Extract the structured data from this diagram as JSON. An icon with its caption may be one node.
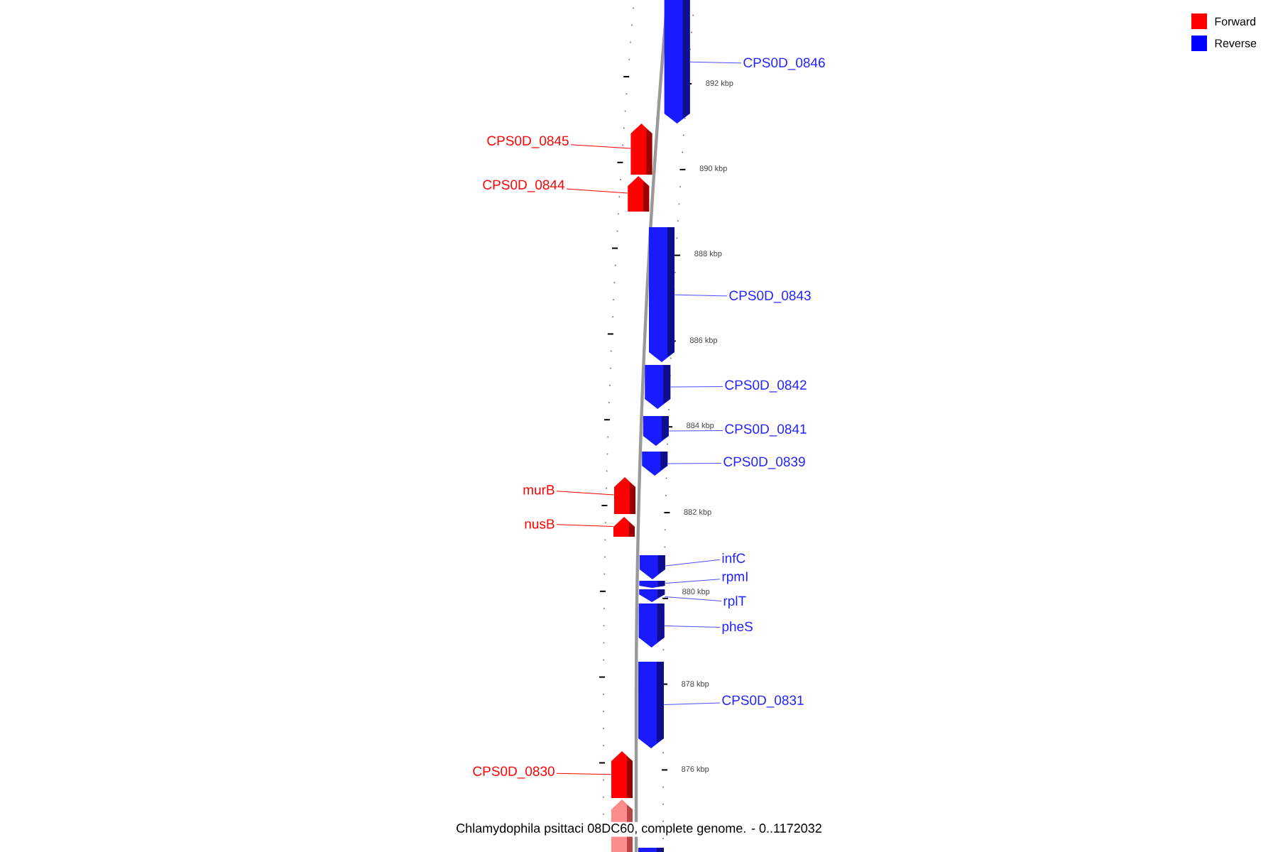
{
  "diagram": {
    "caption": "Chlamydophila psittaci 08DC60, complete genome. - 0..1172032",
    "nodes": [
      {
        "text": [
          "CPS0D_0846"
        ]
      },
      {
        "text": [],
        "shape": "arrow"
      },
      {
        "text": [
          "CPS0D_0845"
        ]
      },
      {
        "text": [],
        "shape": "arrow"
      },
      {
        "text": [
          "CPS0D_0844"
        ]
      },
      {
        "text": [],
        "shape": "arrow"
      },
      {
        "text": [
          "CPS0D_0843"
        ]
      },
      {
        "text": [],
        "shape": "arrow"
      },
      {
        "text": [
          "CPS0D_0842"
        ]
      },
      {
        "text": [],
        "shape": "arrow"
      },
      {
        "text": [
          "CPS0D_0841"
        ]
      },
      {
        "text": [],
        "shape": "arrow"
      },
      {
        "text": [
          "CPS0D_0839"
        ]
      },
      {
        "text": [],
        "shape": "arrow"
      },
      {
        "text": [
          "murB"
        ]
      },
      {
        "text": [],
        "shape": "arrow"
      },
      {
        "text": [
          "nusB"
        ]
      },
      {
        "text": [],
        "shape": "arrow"
      },
      {
        "text": [
          "infC"
        ]
      },
      {
        "text": [],
        "shape": "arrow"
      },
      {
        "text": [
          "rpmI"
        ]
      },
      {
        "text": [],
        "shape": "arrow"
      },
      {
        "text": [
          "rplT"
        ]
      },
      {
        "text": [],
        "shape": "arrow"
      },
      {
        "text": [
          "pheS"
        ]
      },
      {
        "text": [],
        "shape": "arrow"
      },
      {
        "text": [
          "CPS0D_0831"
        ]
      },
      {
        "text": [],
        "shape": "arrow"
      },
      {
        "text": [
          "CPS0D_0830"
        ]
      },
      {
        "text": [],
        "shape": "arrow"
      },
      {
        "text": [],
        "shape": "arrow"
      },
      {
        "text": [],
        "shape": "arrow"
      }
    ],
    "edges": [
      {
        "from": 0,
        "to": 1,
        "arrow": "none"
      },
      {
        "from": 2,
        "to": 3,
        "arrow": "none",
        "color": "#ff0000"
      },
      {
        "from": 4,
        "to": 5,
        "arrow": "none",
        "color": "#ff0000"
      },
      {
        "from": 6,
        "to": 7,
        "arrow": "none"
      },
      {
        "from": 8,
        "to": 9,
        "arrow": "none"
      },
      {
        "from": 10,
        "to": 11,
        "arrow": "none"
      },
      {
        "from": 12,
        "to": 13,
        "arrow": "none"
      },
      {
        "from": 14,
        "to": 15,
        "arrow": "none",
        "color": "#ff0000"
      },
      {
        "from": 16,
        "to": 17,
        "arrow": "none",
        "color": "#ff0000"
      },
      {
        "from": 18,
        "to": 19,
        "arrow": "none"
      },
      {
        "from": 20,
        "to": 21,
        "arrow": "none"
      },
      {
        "from": 22,
        "to": 23,
        "arrow": "none"
      },
      {
        "from": 24,
        "to": 25,
        "arrow": "none"
      },
      {
        "from": 26,
        "to": 27,
        "arrow": "none"
      },
      {
        "from": 28,
        "to": 29,
        "arrow": "none",
        "color": "#ff0000"
      }
    ],
    "labels": [
      "892 kbp",
      "890 kbp",
      "888 kbp",
      "886 kbp",
      "884 kbp",
      "882 kbp",
      "880 kbp",
      "878 kbp",
      "876 kbp"
    ],
    "legend": [
      {
        "text": "Forward",
        "color": "#ff0000"
      },
      {
        "text": "Reverse",
        "color": "#0000ff"
      }
    ]
  }
}
